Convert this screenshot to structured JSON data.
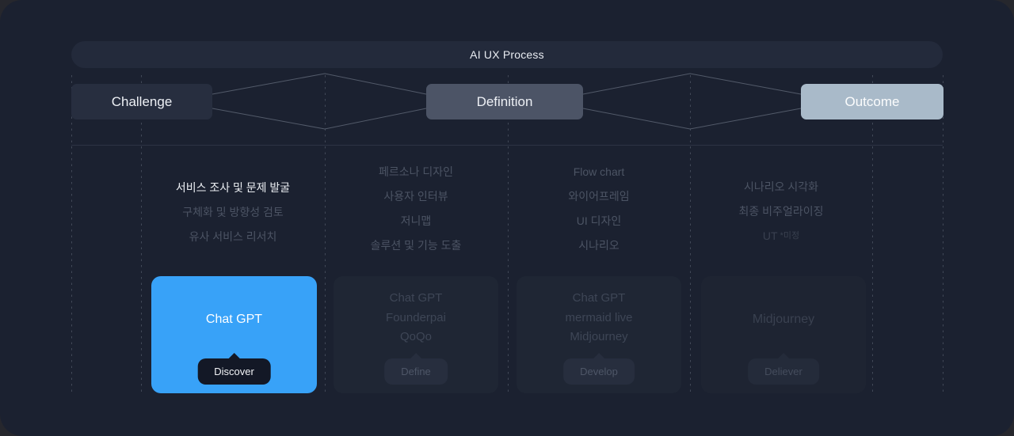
{
  "title": "AI UX Process",
  "stages": [
    {
      "label": "Challenge"
    },
    {
      "label": "Definition"
    },
    {
      "label": "Outcome"
    }
  ],
  "columns": [
    {
      "items": [
        {
          "text": "서비스 조사 및 문제 발굴",
          "active": true
        },
        {
          "text": "구체화 및 방향성 검토"
        },
        {
          "text": "유사 서비스 리서치"
        }
      ]
    },
    {
      "items": [
        {
          "text": "페르소나 디자인"
        },
        {
          "text": "사용자 인터뷰"
        },
        {
          "text": "저니맵"
        },
        {
          "text": "솔루션 및 기능 도출"
        }
      ]
    },
    {
      "items": [
        {
          "text": "Flow chart"
        },
        {
          "text": "와이어프레임"
        },
        {
          "text": "UI 디자인"
        },
        {
          "text": "시나리오"
        }
      ]
    },
    {
      "items": [
        {
          "text": "시나리오 시각화"
        },
        {
          "text": "최종 비주얼라이징"
        },
        {
          "text": "UT",
          "note": "*미정"
        }
      ]
    }
  ],
  "cards": [
    {
      "tools": [
        "Chat GPT"
      ],
      "button": "Discover",
      "highlighted": true
    },
    {
      "tools": [
        "Chat GPT",
        "Founderpai",
        "QoQo"
      ],
      "button": "Define"
    },
    {
      "tools": [
        "Chat GPT",
        "mermaid live",
        "Midjourney"
      ],
      "button": "Develop"
    },
    {
      "tools": [
        "Midjourney"
      ],
      "button": "Deliever"
    }
  ],
  "colors": {
    "panel_bg": "#1b2130",
    "accent_blue": "#38a2f8",
    "definition_gray": "#4c5466",
    "outcome_light": "#a9bac9",
    "discover_pill": "#131826",
    "faded_text": "#4c5464"
  }
}
